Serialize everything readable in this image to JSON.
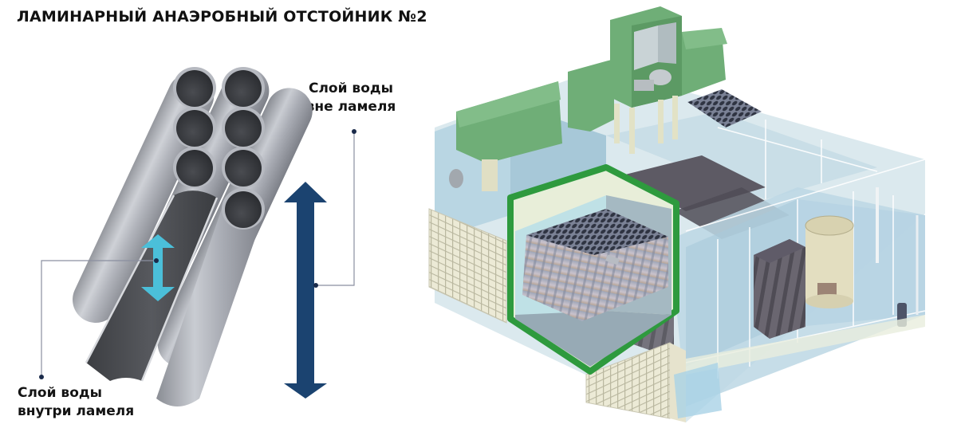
{
  "title": "ЛАМИНАРНЫЙ АНАЭРОБНЫЙ ОТСТОЙНИК №2",
  "labels": {
    "outside": {
      "line1": "Слой воды",
      "line2": "вне ламеля"
    },
    "inside": {
      "line1": "Слой воды",
      "line2": "внутри ламеля"
    }
  },
  "colors": {
    "big_arrow": "#1b4370",
    "small_arrow": "#4bbfd9",
    "highlight_frame": "#2e9a3e",
    "equipment_green": "#6fae77",
    "leader_line": "#8a8fa0"
  },
  "illustrations": {
    "tube_bundle": "lamella-tube-bundle",
    "installation": "settler-3d-cutaway"
  }
}
